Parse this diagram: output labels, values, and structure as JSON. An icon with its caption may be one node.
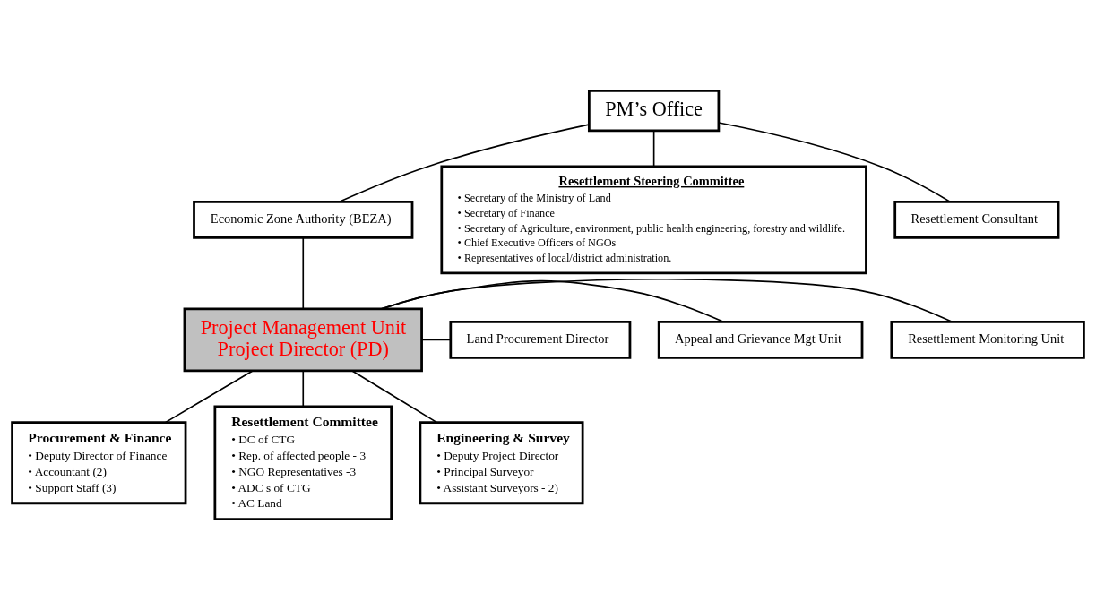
{
  "diagram": {
    "nodes": [
      {
        "text": [
          "PM’s Office"
        ]
      },
      {
        "text": [
          "Economic Zone Authority (BEZA)"
        ]
      },
      {
        "text": [
          "Resettlement Steering Committee",
          "• Secretary of the Ministry of Land",
          "• Secretary of Finance",
          "• Secretary of Agriculture, environment, public health engineering, forestry and wildlife.",
          "• Chief Executive Officers of NGOs",
          "• Representatives of local/district administration."
        ]
      },
      {
        "text": [
          "Resettlement Consultant"
        ]
      },
      {
        "text": [
          "Resettlement Monitoring Unit"
        ]
      },
      {
        "text": [
          "Appeal and Grievance Mgt Unit"
        ]
      },
      {
        "text": [
          "Project Management Unit Project Director (PD)"
        ]
      },
      {
        "text": [
          "Land Procurement Director"
        ]
      },
      {
        "text": [
          "Procurement & Finance",
          "• Deputy Director of Finance",
          "• Accountant (2)",
          "• Support Staff (3)"
        ]
      },
      {
        "text": [
          "Resettlement Committee",
          "• DC of CTG",
          "• Rep. of affected people - 3",
          "• NGO Representatives -3",
          "• ADC s of CTG",
          "• AC Land"
        ]
      },
      {
        "text": [
          "Engineering & Survey",
          "• Deputy Project Director",
          "• Principal Surveyor",
          "• Assistant Surveyors - 2)"
        ]
      }
    ],
    "edges": [
      {
        "from": 0,
        "to": 1,
        "arrow": "none"
      },
      {
        "from": 0,
        "to": 3,
        "arrow": "none"
      },
      {
        "from": 0,
        "to": 2,
        "arrow": "none"
      },
      {
        "from": 1,
        "to": 6,
        "arrow": "none"
      },
      {
        "from": 6,
        "to": 4,
        "arrow": "none"
      },
      {
        "from": 6,
        "to": 5,
        "arrow": "none"
      },
      {
        "from": 6,
        "to": 7,
        "arrow": "none"
      },
      {
        "from": 6,
        "to": 8,
        "arrow": "none"
      },
      {
        "from": 6,
        "to": 9,
        "arrow": "none"
      },
      {
        "from": 6,
        "to": 10,
        "arrow": "none"
      }
    ]
  }
}
